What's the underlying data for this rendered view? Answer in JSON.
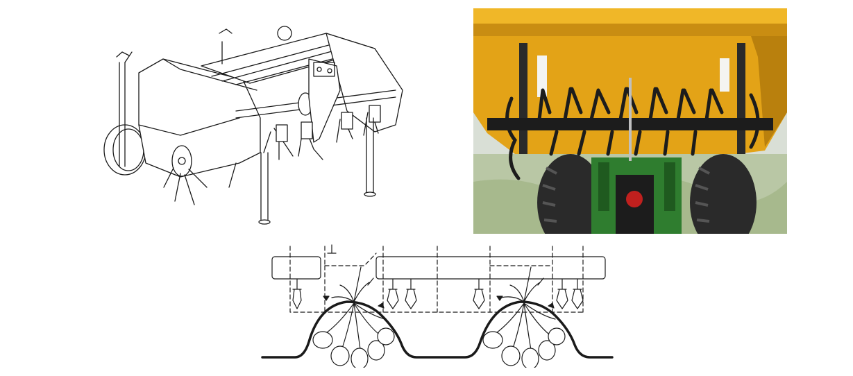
{
  "figure": {
    "panels": [
      {
        "id": "machine-drawing",
        "kind": "line-drawing"
      },
      {
        "id": "machine-photo",
        "kind": "photograph"
      },
      {
        "id": "ridge-cross-section",
        "kind": "schematic"
      }
    ]
  },
  "colors": {
    "ink": "#1a1a1a",
    "machine_yellow": "#e3a317",
    "machine_yellow_dark": "#b9800d",
    "shaft_black": "#1c1c1c",
    "tire_black": "#2a2a2a",
    "foliage_green": "#2f7d2f",
    "ground": "#b9c7a5",
    "sky": "#d9dfd6",
    "tractor_red": "#c0201e"
  }
}
